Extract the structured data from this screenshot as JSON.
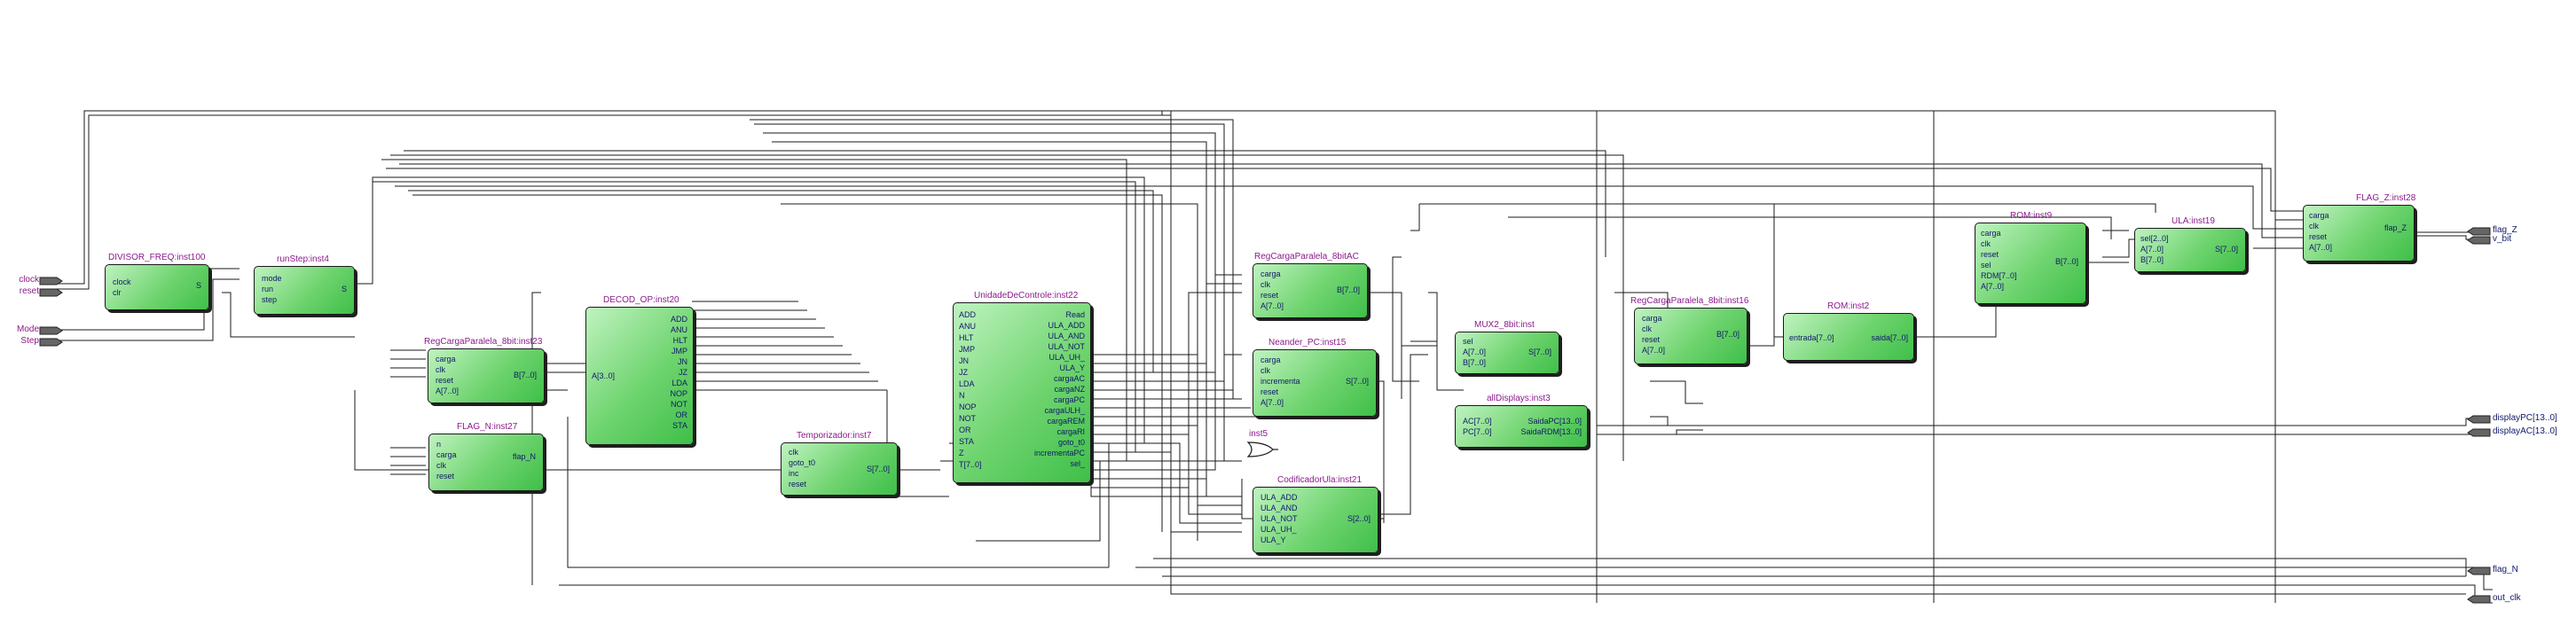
{
  "diagram": {
    "inputs": [
      "clock",
      "reset",
      "Mode",
      "Step"
    ],
    "outputs": [
      "flag_Z",
      "v_bit",
      "displayPC[13..0]",
      "displayAC[13..0]",
      "flag_N",
      "out_clk"
    ],
    "or_gate_label": "inst5",
    "blocks": {
      "divisor": {
        "title": "DIVISOR_FREQ:inst100",
        "in": [
          "clock",
          "clr"
        ],
        "out": [
          "S"
        ]
      },
      "runstep": {
        "title": "runStep:inst4",
        "in": [
          "mode",
          "run",
          "step"
        ],
        "out": [
          "S"
        ]
      },
      "regcarga_inst23": {
        "title": "RegCargaParalela_8bit:inst23",
        "in": [
          "carga",
          "clk",
          "reset",
          "A[7..0]"
        ],
        "out": [
          "B[7..0]"
        ]
      },
      "flag_n": {
        "title": "FLAG_N:inst27",
        "in": [
          "n",
          "carga",
          "clk",
          "reset"
        ],
        "out": [
          "flap_N"
        ]
      },
      "decod": {
        "title": "DECOD_OP:inst20",
        "in": [
          "A[3..0]"
        ],
        "out": [
          "ADD",
          "ANU",
          "HLT",
          "JMP",
          "JN",
          "JZ",
          "LDA",
          "NOP",
          "NOT",
          "OR",
          "STA"
        ]
      },
      "temporizador": {
        "title": "Temporizador:inst7",
        "in": [
          "clk",
          "goto_t0",
          "inc",
          "reset"
        ],
        "out": [
          "S[7..0]"
        ]
      },
      "unidade": {
        "title": "UnidadeDeControle:inst22",
        "in": [
          "ADD",
          "ANU",
          "HLT",
          "JMP",
          "JN",
          "JZ",
          "LDA",
          "N",
          "NOP",
          "NOT",
          "OR",
          "STA",
          "Z",
          "T[7..0]"
        ],
        "out": [
          "Read",
          "ULA_ADD",
          "ULA_AND",
          "ULA_NOT",
          "ULA_UH_",
          "ULA_Y",
          "cargaAC",
          "cargaNZ",
          "cargaPC",
          "cargaULH_",
          "cargaREM",
          "cargaRI",
          "goto_t0",
          "incrementaPC",
          "sel_"
        ]
      },
      "regcarga_ac": {
        "title": "RegCargaParalela_8bitAC",
        "in": [
          "carga",
          "clk",
          "reset",
          "A[7..0]"
        ],
        "out": [
          "B[7..0]"
        ]
      },
      "neander_pc": {
        "title": "Neander_PC:inst15",
        "in": [
          "carga",
          "clk",
          "incrementa",
          "reset",
          "A[7..0]"
        ],
        "out": [
          "S[7..0]"
        ]
      },
      "codificador": {
        "title": "CodificadorUla:inst21",
        "in": [
          "ULA_ADD",
          "ULA_AND",
          "ULA_NOT",
          "ULA_UH_",
          "ULA_Y"
        ],
        "out": [
          "S[2..0]"
        ]
      },
      "mux": {
        "title": "MUX2_8bit:inst",
        "in": [
          "sel",
          "A[7..0]",
          "B[7..0]"
        ],
        "out": [
          "S[7..0]"
        ]
      },
      "displays": {
        "title": "allDisplays:inst3",
        "in": [
          "AC[7..0]",
          "PC[7..0]"
        ],
        "out": [
          "SaidaPC[13..0]",
          "SaidaRDM[13..0]"
        ]
      },
      "regcarga_inst16": {
        "title": "RegCargaParalela_8bit:inst16",
        "in": [
          "carga",
          "clk",
          "reset",
          "A[7..0]"
        ],
        "out": [
          "B[7..0]"
        ]
      },
      "rom2": {
        "title": "ROM:inst2",
        "in": [
          "entrada[7..0]"
        ],
        "out": [
          "saida[7..0]"
        ]
      },
      "rom9": {
        "title": "ROM:inst9",
        "in": [
          "carga",
          "clk",
          "reset",
          "sel",
          "RDM[7..0]",
          "A[7..0]"
        ],
        "out": [
          "B[7..0]"
        ]
      },
      "ula": {
        "title": "ULA:inst19",
        "in": [
          "sel[2..0]",
          "A[7..0]",
          "B[7..0]"
        ],
        "out": [
          "S[7..0]"
        ]
      },
      "flag_z": {
        "title": "FLAG_Z:inst28",
        "in": [
          "carga",
          "clk",
          "reset",
          "A[7..0]"
        ],
        "out": [
          "flap_Z"
        ]
      }
    }
  }
}
